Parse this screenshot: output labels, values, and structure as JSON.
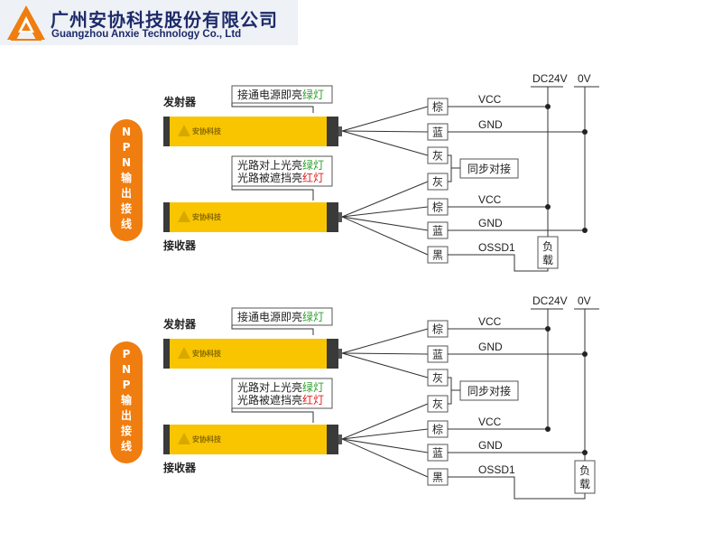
{
  "header": {
    "company_cn": "广州安协科技股份有限公司",
    "company_en": "Guangzhou Anxie Technology Co., Ltd"
  },
  "colors": {
    "brand": "#1d2a6a",
    "accent_orange": "#f07d0f",
    "sensor_yellow": "#f8c500",
    "green_text": "#2f9e2f",
    "red_text": "#e02020"
  },
  "sections": [
    {
      "id": "npn",
      "pill_chars": [
        "N",
        "P",
        "N",
        "输",
        "出",
        "接",
        "线"
      ],
      "emitter_label": "发射器",
      "receiver_label": "接收器",
      "emitter_note": {
        "pre": "接通电源即亮",
        "hl": "绿灯"
      },
      "receiver_note_1": {
        "pre": "光路对上光亮",
        "hl": "绿灯"
      },
      "receiver_note_2": {
        "pre": "光路被遮挡亮",
        "hl": "红灯"
      },
      "power_plus": "DC24V",
      "power_zero": "0V",
      "emitter_wires": [
        {
          "color": "棕",
          "signal": "VCC"
        },
        {
          "color": "蓝",
          "signal": "GND"
        },
        {
          "color": "灰",
          "signal": ""
        }
      ],
      "sync_label": "同步对接",
      "receiver_wires": [
        {
          "color": "灰",
          "signal": ""
        },
        {
          "color": "棕",
          "signal": "VCC"
        },
        {
          "color": "蓝",
          "signal": "GND"
        },
        {
          "color": "黑",
          "signal": "OSSD1"
        }
      ],
      "load_chars": [
        "负",
        "载"
      ]
    },
    {
      "id": "pnp",
      "pill_chars": [
        "P",
        "N",
        "P",
        "输",
        "出",
        "接",
        "线"
      ],
      "emitter_label": "发射器",
      "receiver_label": "接收器",
      "emitter_note": {
        "pre": "接通电源即亮",
        "hl": "绿灯"
      },
      "receiver_note_1": {
        "pre": "光路对上光亮",
        "hl": "绿灯"
      },
      "receiver_note_2": {
        "pre": "光路被遮挡亮",
        "hl": "红灯"
      },
      "power_plus": "DC24V",
      "power_zero": "0V",
      "emitter_wires": [
        {
          "color": "棕",
          "signal": "VCC"
        },
        {
          "color": "蓝",
          "signal": "GND"
        },
        {
          "color": "灰",
          "signal": ""
        }
      ],
      "sync_label": "同步对接",
      "receiver_wires": [
        {
          "color": "灰",
          "signal": ""
        },
        {
          "color": "棕",
          "signal": "VCC"
        },
        {
          "color": "蓝",
          "signal": "GND"
        },
        {
          "color": "黑",
          "signal": "OSSD1"
        }
      ],
      "load_chars": [
        "负",
        "载"
      ]
    }
  ]
}
